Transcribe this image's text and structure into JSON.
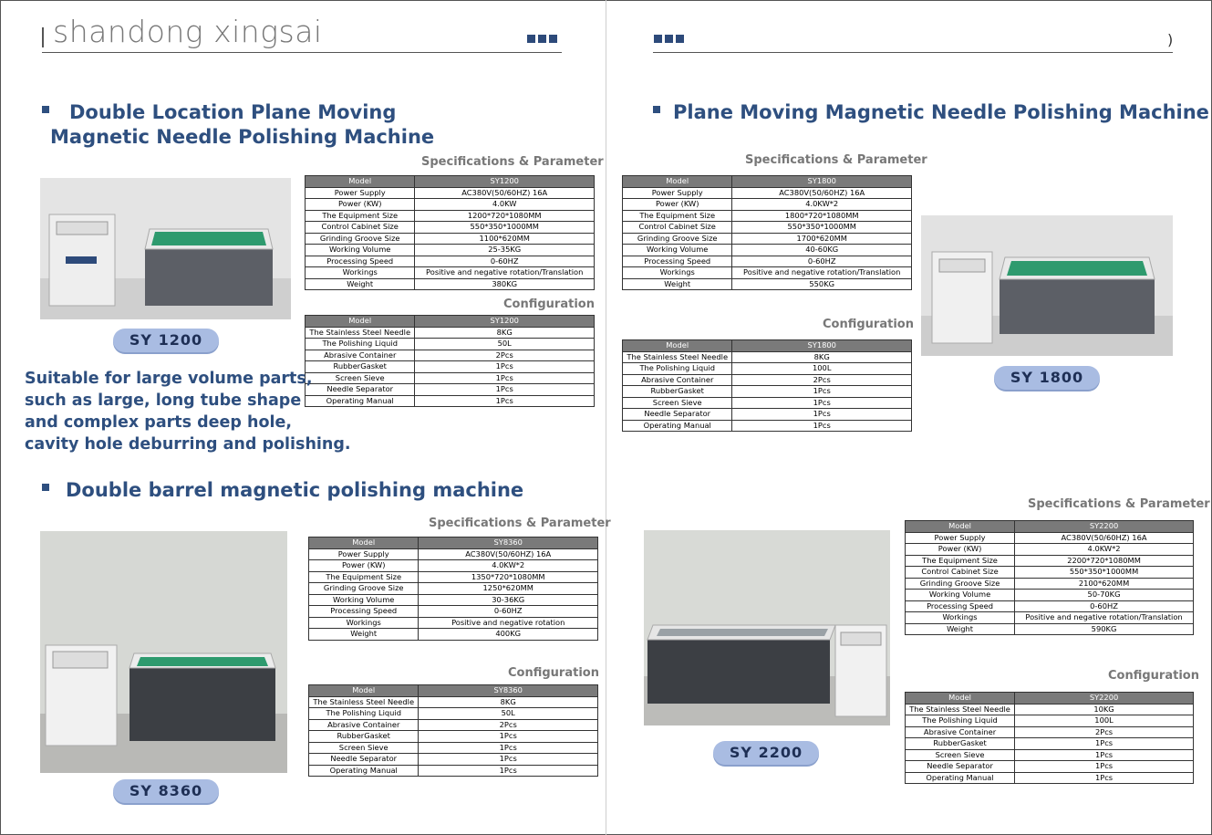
{
  "brand": "shandong xingsai",
  "sections": {
    "sy1200": {
      "title_line1": "Double Location Plane Moving",
      "title_line2": "Magnetic Needle Polishing Machine",
      "spec_label": "Specifications & Parameter",
      "config_label": "Configuration",
      "model_badge": "SY 1200",
      "description": [
        "Suitable for large volume parts,",
        "such as large, long tube shape",
        "and complex parts deep hole,",
        "cavity hole deburring and polishing."
      ],
      "spec_rows": [
        [
          "Model",
          "SY1200"
        ],
        [
          "Power Supply",
          "AC380V(50/60HZ) 16A"
        ],
        [
          "Power (KW)",
          "4.0KW"
        ],
        [
          "The Equipment Size",
          "1200*720*1080MM"
        ],
        [
          "Control Cabinet Size",
          "550*350*1000MM"
        ],
        [
          "Grinding Groove Size",
          "1100*620MM"
        ],
        [
          "Working Volume",
          "25-35KG"
        ],
        [
          "Processing Speed",
          "0-60HZ"
        ],
        [
          "Workings",
          "Positive and negative rotation/Translation"
        ],
        [
          "Weight",
          "380KG"
        ]
      ],
      "config_rows": [
        [
          "Model",
          "SY1200"
        ],
        [
          "The Stainless Steel Needle",
          "8KG"
        ],
        [
          "The Polishing Liquid",
          "50L"
        ],
        [
          "Abrasive Container",
          "2Pcs"
        ],
        [
          "RubberGasket",
          "1Pcs"
        ],
        [
          "Screen Sieve",
          "1Pcs"
        ],
        [
          "Needle Separator",
          "1Pcs"
        ],
        [
          "Operating Manual",
          "1Pcs"
        ]
      ]
    },
    "sy8360": {
      "title": "Double barrel magnetic polishing machine",
      "spec_label": "Specifications & Parameter",
      "config_label": "Configuration",
      "model_badge": "SY 8360",
      "spec_rows": [
        [
          "Model",
          "SY8360"
        ],
        [
          "Power Supply",
          "AC380V(50/60HZ) 16A"
        ],
        [
          "Power (KW)",
          "4.0KW*2"
        ],
        [
          "The Equipment Size",
          "1350*720*1080MM"
        ],
        [
          "Grinding Groove Size",
          "1250*620MM"
        ],
        [
          "Working Volume",
          "30-36KG"
        ],
        [
          "Processing Speed",
          "0-60HZ"
        ],
        [
          "Workings",
          "Positive and negative rotation"
        ],
        [
          "Weight",
          "400KG"
        ]
      ],
      "config_rows": [
        [
          "Model",
          "SY8360"
        ],
        [
          "The Stainless Steel Needle",
          "8KG"
        ],
        [
          "The Polishing Liquid",
          "50L"
        ],
        [
          "Abrasive Container",
          "2Pcs"
        ],
        [
          "RubberGasket",
          "1Pcs"
        ],
        [
          "Screen Sieve",
          "1Pcs"
        ],
        [
          "Needle Separator",
          "1Pcs"
        ],
        [
          "Operating Manual",
          "1Pcs"
        ]
      ]
    },
    "sy1800": {
      "title": "Plane Moving Magnetic Needle Polishing Machine",
      "spec_label": "Specifications & Parameter",
      "config_label": "Configuration",
      "model_badge": "SY 1800",
      "spec_rows": [
        [
          "Model",
          "SY1800"
        ],
        [
          "Power Supply",
          "AC380V(50/60HZ) 16A"
        ],
        [
          "Power (KW)",
          "4.0KW*2"
        ],
        [
          "The Equipment Size",
          "1800*720*1080MM"
        ],
        [
          "Control Cabinet Size",
          "550*350*1000MM"
        ],
        [
          "Grinding Groove Size",
          "1700*620MM"
        ],
        [
          "Working Volume",
          "40-60KG"
        ],
        [
          "Processing Speed",
          "0-60HZ"
        ],
        [
          "Workings",
          "Positive and negative rotation/Translation"
        ],
        [
          "Weight",
          "550KG"
        ]
      ],
      "config_rows": [
        [
          "Model",
          "SY1800"
        ],
        [
          "The Stainless Steel Needle",
          "8KG"
        ],
        [
          "The Polishing Liquid",
          "100L"
        ],
        [
          "Abrasive Container",
          "2Pcs"
        ],
        [
          "RubberGasket",
          "1Pcs"
        ],
        [
          "Screen Sieve",
          "1Pcs"
        ],
        [
          "Needle Separator",
          "1Pcs"
        ],
        [
          "Operating Manual",
          "1Pcs"
        ]
      ]
    },
    "sy2200": {
      "spec_label": "Specifications & Parameter",
      "config_label": "Configuration",
      "model_badge": "SY 2200",
      "spec_rows": [
        [
          "Model",
          "SY2200"
        ],
        [
          "Power Supply",
          "AC380V(50/60HZ) 16A"
        ],
        [
          "Power (KW)",
          "4.0KW*2"
        ],
        [
          "The Equipment Size",
          "2200*720*1080MM"
        ],
        [
          "Control Cabinet Size",
          "550*350*1000MM"
        ],
        [
          "Grinding Groove Size",
          "2100*620MM"
        ],
        [
          "Working Volume",
          "50-70KG"
        ],
        [
          "Processing Speed",
          "0-60HZ"
        ],
        [
          "Workings",
          "Positive and negative rotation/Translation"
        ],
        [
          "Weight",
          "590KG"
        ]
      ],
      "config_rows": [
        [
          "Model",
          "SY2200"
        ],
        [
          "The Stainless Steel Needle",
          "10KG"
        ],
        [
          "The Polishing Liquid",
          "100L"
        ],
        [
          "Abrasive Container",
          "2Pcs"
        ],
        [
          "RubberGasket",
          "1Pcs"
        ],
        [
          "Screen Sieve",
          "1Pcs"
        ],
        [
          "Needle Separator",
          "1Pcs"
        ],
        [
          "Operating Manual",
          "1Pcs"
        ]
      ]
    }
  },
  "colors": {
    "heading": "#2e4f7f",
    "badge": "#a9bce2",
    "table_header": "#7a7a7a",
    "machine_top": "#2e9a6e",
    "machine_body": "#5c5f66"
  }
}
